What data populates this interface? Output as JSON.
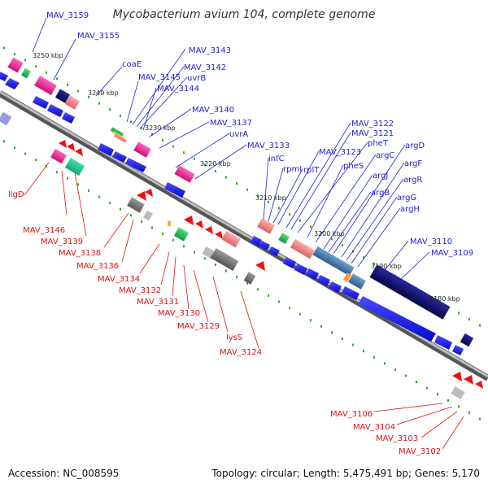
{
  "header": {
    "title": "Mycobacterium avium 104, complete genome"
  },
  "footer": {
    "accession": "Accession: NC_008595",
    "summary": "Topology: circular; Length: 5,475,491 bp; Genes: 5,170"
  },
  "scale": {
    "kbp_labels": [
      "3250 kbp",
      "3240 kbp",
      "3230 kbp",
      "3220 kbp",
      "3210 kbp",
      "3200 kbp",
      "3190 kbp",
      "3180 kbp"
    ]
  },
  "colors": {
    "blue_label": "#2222cc",
    "red_label": "#dd1111",
    "backbone": "#888888",
    "tick_green": "#33aa33",
    "gene_blue": "#1a1aee",
    "gene_navy": "#0b0b6e",
    "gene_pink": "#ee2288",
    "gene_salmon": "#ee8888",
    "gene_red": "#ee1111",
    "gene_gray": "#777777",
    "gene_green": "#22bb55",
    "gene_steelblue": "#4a7fb5"
  },
  "forward_labels": [
    "MAV_3159",
    "MAV_3155",
    "coaE",
    "MAV_3145",
    "uvrB",
    "MAV_3144",
    "MAV_3143",
    "MAV_3142",
    "MAV_3140",
    "MAV_3137",
    "uvrA",
    "MAV_3133",
    "infC",
    "rpmI",
    "rplT",
    "MAV_3123",
    "MAV_3122",
    "MAV_3121",
    "pheT",
    "argC",
    "pheS",
    "argD",
    "argF",
    "argJ",
    "argR",
    "argB",
    "argG",
    "argH",
    "MAV_3110",
    "MAV_3109"
  ],
  "reverse_labels": [
    "ligD",
    "MAV_3146",
    "MAV_3139",
    "MAV_3138",
    "MAV_3136",
    "MAV_3134",
    "MAV_3132",
    "MAV_3131",
    "MAV_3130",
    "MAV_3129",
    "lysS",
    "MAV_3124",
    "MAV_3106",
    "MAV_3104",
    "MAV_3103",
    "MAV_3102"
  ]
}
